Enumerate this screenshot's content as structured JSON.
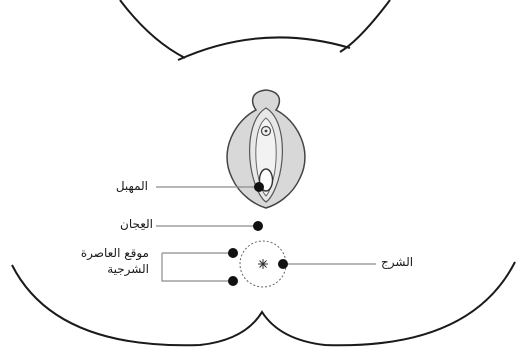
{
  "labels": {
    "vestibule": "المهبل",
    "perineum": "العِجان",
    "sphincter_line1": "موقع العاصرة",
    "sphincter_line2": "الشرجية",
    "anus": "الشرج"
  },
  "colors": {
    "outline": "#1a1a1a",
    "leader": "#8c8c8c",
    "vulva_fill": "#dcdcdc",
    "vulva_inner": "#eeeeee",
    "dot": "#111111"
  }
}
